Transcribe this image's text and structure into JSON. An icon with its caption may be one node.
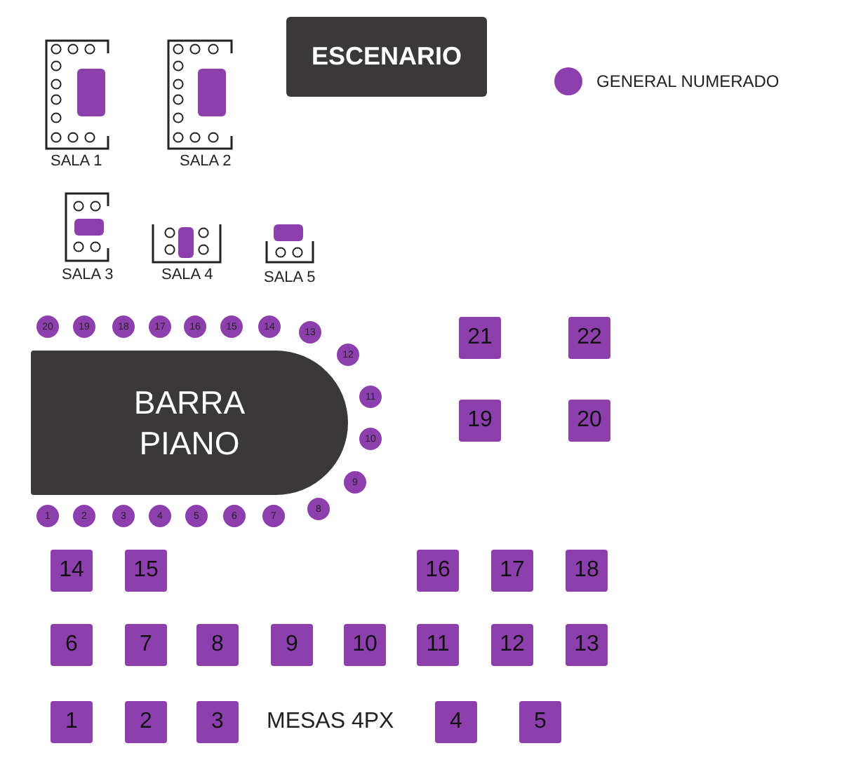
{
  "diagram": {
    "nodes": [
      {
        "text": [
          "ESCENARIO"
        ]
      },
      {
        "text": [
          "BARRA PIANO"
        ]
      },
      {
        "text": [
          "20"
        ]
      },
      {
        "text": [
          "19"
        ]
      },
      {
        "text": [
          "18"
        ]
      },
      {
        "text": [
          "17"
        ]
      },
      {
        "text": [
          "16"
        ]
      },
      {
        "text": [
          "15"
        ]
      },
      {
        "text": [
          "14"
        ]
      },
      {
        "text": [
          "13"
        ]
      },
      {
        "text": [
          "12"
        ]
      },
      {
        "text": [
          "11"
        ]
      },
      {
        "text": [
          "10"
        ]
      },
      {
        "text": [
          "9"
        ]
      },
      {
        "text": [
          "8"
        ]
      },
      {
        "text": [
          "7"
        ]
      },
      {
        "text": [
          "6"
        ]
      },
      {
        "text": [
          "5"
        ]
      },
      {
        "text": [
          "4"
        ]
      },
      {
        "text": [
          "3"
        ]
      },
      {
        "text": [
          "2"
        ]
      },
      {
        "text": [
          "1"
        ]
      },
      {
        "text": [
          "21"
        ]
      },
      {
        "text": [
          "22"
        ]
      },
      {
        "text": [
          "19"
        ]
      },
      {
        "text": [
          "20"
        ]
      },
      {
        "text": [
          "14"
        ]
      },
      {
        "text": [
          "15"
        ]
      },
      {
        "text": [
          "16"
        ]
      },
      {
        "text": [
          "17"
        ]
      },
      {
        "text": [
          "18"
        ]
      },
      {
        "text": [
          "6"
        ]
      },
      {
        "text": [
          "7"
        ]
      },
      {
        "text": [
          "8"
        ]
      },
      {
        "text": [
          "9"
        ]
      },
      {
        "text": [
          "10"
        ]
      },
      {
        "text": [
          "11"
        ]
      },
      {
        "text": [
          "12"
        ]
      },
      {
        "text": [
          "13"
        ]
      },
      {
        "text": [
          "1"
        ]
      },
      {
        "text": [
          "2"
        ]
      },
      {
        "text": [
          "3"
        ]
      },
      {
        "text": [
          "4"
        ]
      },
      {
        "text": [
          "5"
        ]
      }
    ],
    "labels": [
      "SALA 1",
      "SALA 2",
      "SALA 3",
      "SALA 4",
      "SALA 5",
      "MESAS 4PX"
    ],
    "legend": [
      {
        "text": "GENERAL NUMERADO",
        "color": "#8e3fae"
      }
    ]
  }
}
